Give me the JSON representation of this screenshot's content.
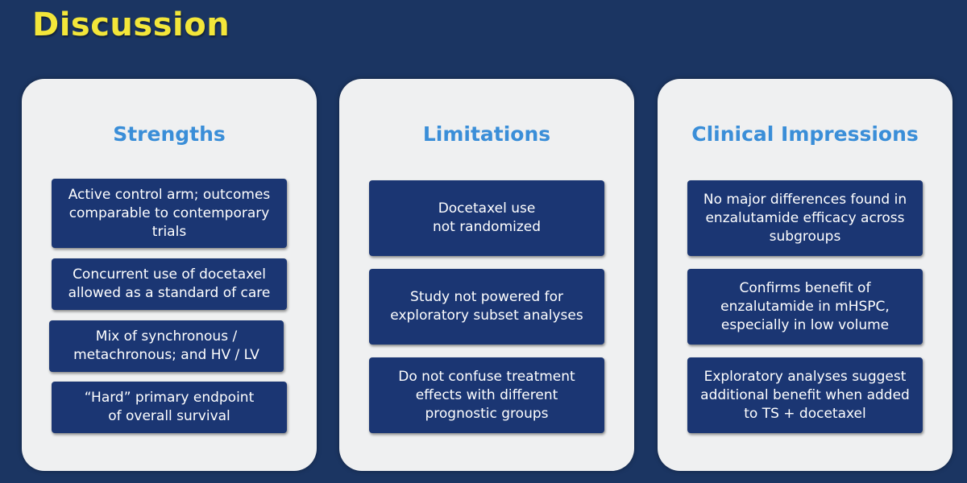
{
  "title": "Discussion",
  "colors": {
    "background": "#1b3562",
    "title": "#f3e63a",
    "heading": "#3a8ed8",
    "card": "#1b3673",
    "panel": "#eff0f1"
  },
  "columns": [
    {
      "heading": "Strengths",
      "items": [
        "Active control arm; outcomes\ncomparable to contemporary\ntrials",
        "Concurrent use of docetaxel\nallowed as a standard of care",
        "Mix of synchronous /\nmetachronous; and HV / LV",
        "“Hard” primary endpoint\nof overall survival"
      ]
    },
    {
      "heading": "Limitations",
      "items": [
        "Docetaxel use\nnot randomized",
        "Study not powered for\nexploratory subset analyses",
        "Do not confuse treatment\neffects with different\nprognostic groups"
      ]
    },
    {
      "heading": "Clinical Impressions",
      "items": [
        "No major differences found in\nenzalutamide efficacy across\nsubgroups",
        "Confirms benefit of\nenzalutamide in mHSPC,\nespecially in low volume",
        "Exploratory analyses suggest\nadditional benefit when added\nto TS + docetaxel"
      ]
    }
  ]
}
